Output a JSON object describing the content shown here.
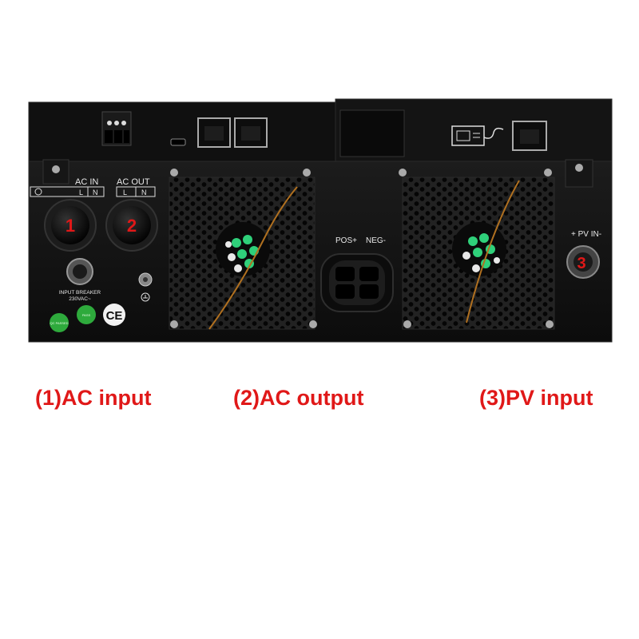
{
  "device": {
    "ac_in_label": "AC IN",
    "ac_out_label": "AC OUT",
    "ac_in_terminals": [
      "L",
      "N"
    ],
    "ac_out_terminals": [
      "L",
      "N"
    ],
    "markers": [
      "1",
      "2",
      "3"
    ],
    "breaker_label_line1": "INPUT BREAKER",
    "breaker_label_line2": "230VAC~",
    "ce_mark": "CE",
    "battery_pos_label": "POS+",
    "battery_neg_label": "NEG-",
    "pv_label": "+ PV  IN-",
    "sticker_1_text": "QC PASSED",
    "sticker_2_text": "PASS",
    "icon_names": [
      "terminal-block-icon",
      "rj45-port-icon",
      "usb-port-icon",
      "wifi-module-icon",
      "ground-icon",
      "fan-icon",
      "ce-mark-icon"
    ],
    "colors": {
      "chassis": "#141414",
      "marker_red": "#e01818",
      "fan_green": "#2fd07a",
      "label_white": "#e8e8e8",
      "sticker_green": "#2eaa3c"
    }
  },
  "captions": {
    "ac_input": "(1)AC input",
    "ac_output": "(2)AC output",
    "pv_input": "(3)PV input"
  }
}
